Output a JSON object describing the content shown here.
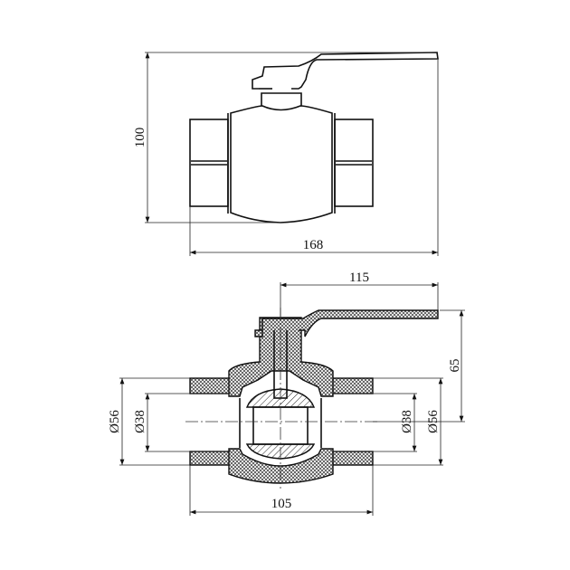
{
  "top_view": {
    "height_dim": "100",
    "length_dim": "168"
  },
  "section_view": {
    "handle_length_dim": "115",
    "handle_height_dim": "65",
    "body_length_dim": "105",
    "left_outer_dia": "Ø56",
    "left_inner_dia": "Ø38",
    "right_inner_dia": "Ø38",
    "right_outer_dia": "Ø56"
  }
}
